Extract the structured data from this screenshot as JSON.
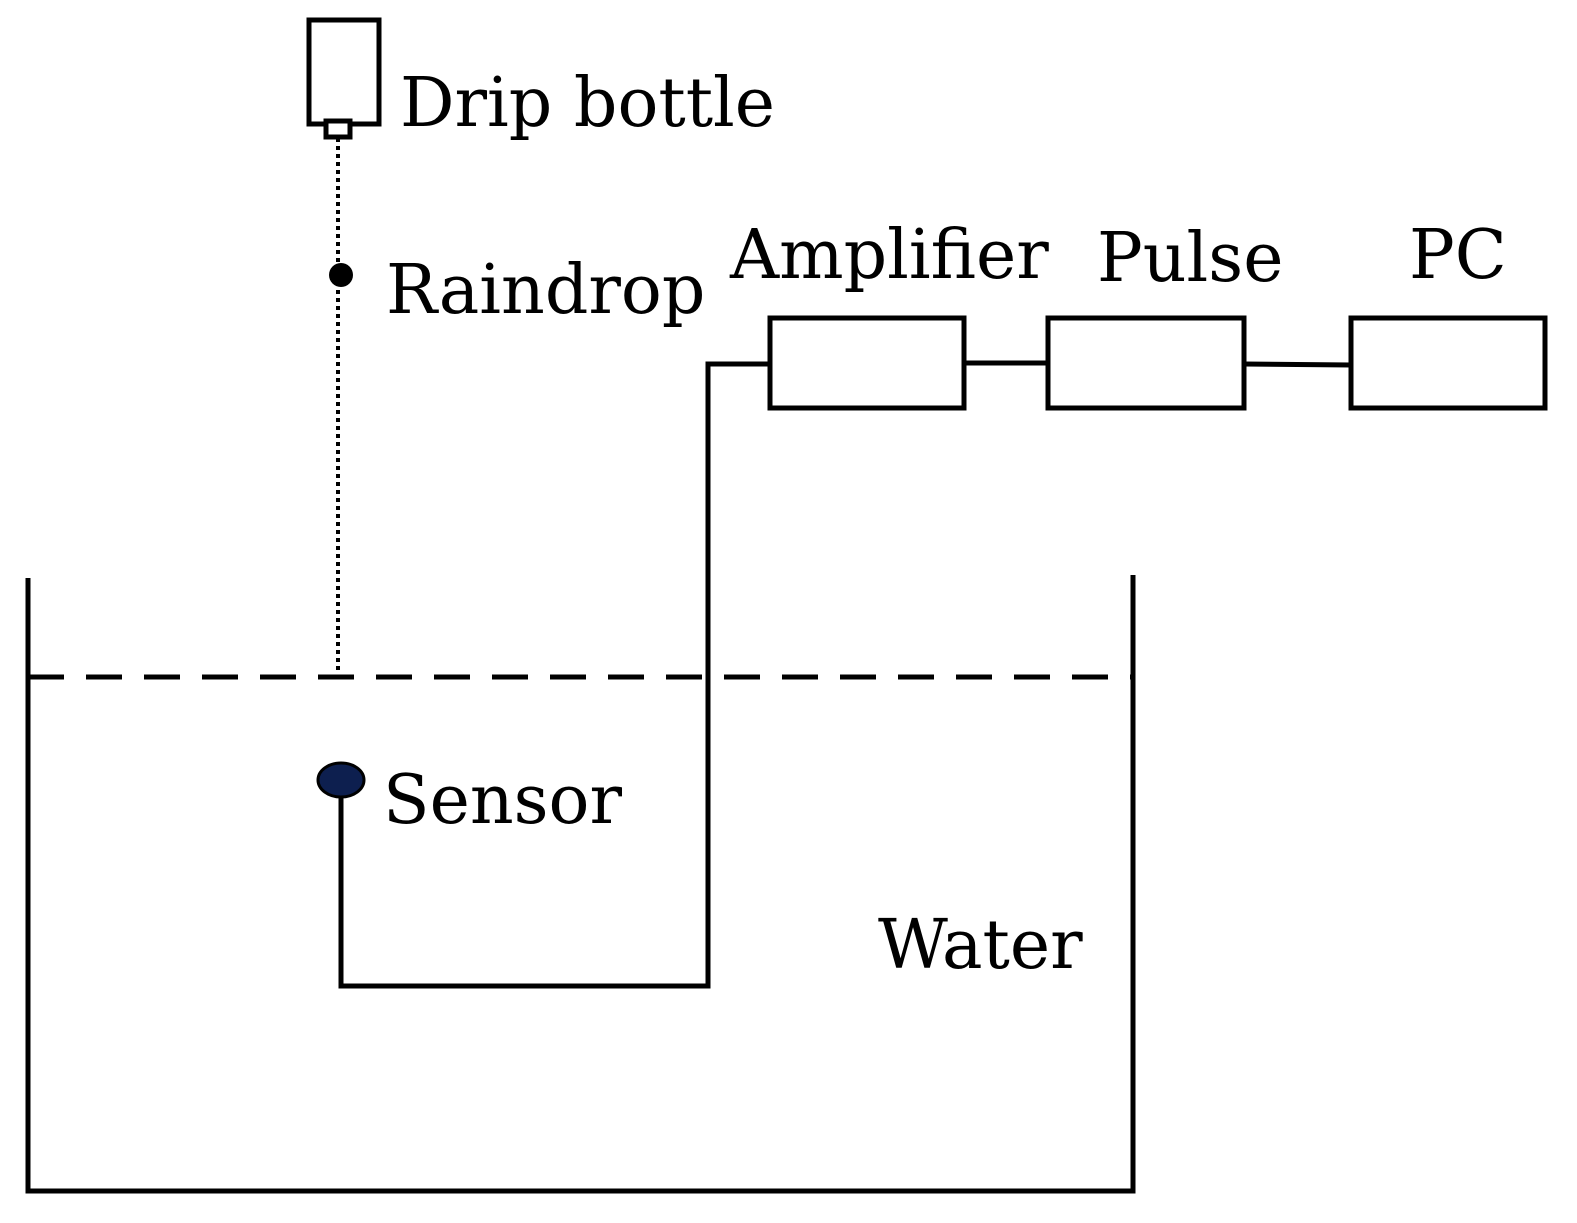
{
  "labels": {
    "drip_bottle": "Drip bottle",
    "raindrop": "Raindrop",
    "amplifier": "Amplifier",
    "pulse": "Pulse",
    "pc": "PC",
    "sensor": "Sensor",
    "water": "Water"
  },
  "colors": {
    "line": "#000000",
    "sensor_fill": "#0d1f4f",
    "background": "#ffffff"
  }
}
